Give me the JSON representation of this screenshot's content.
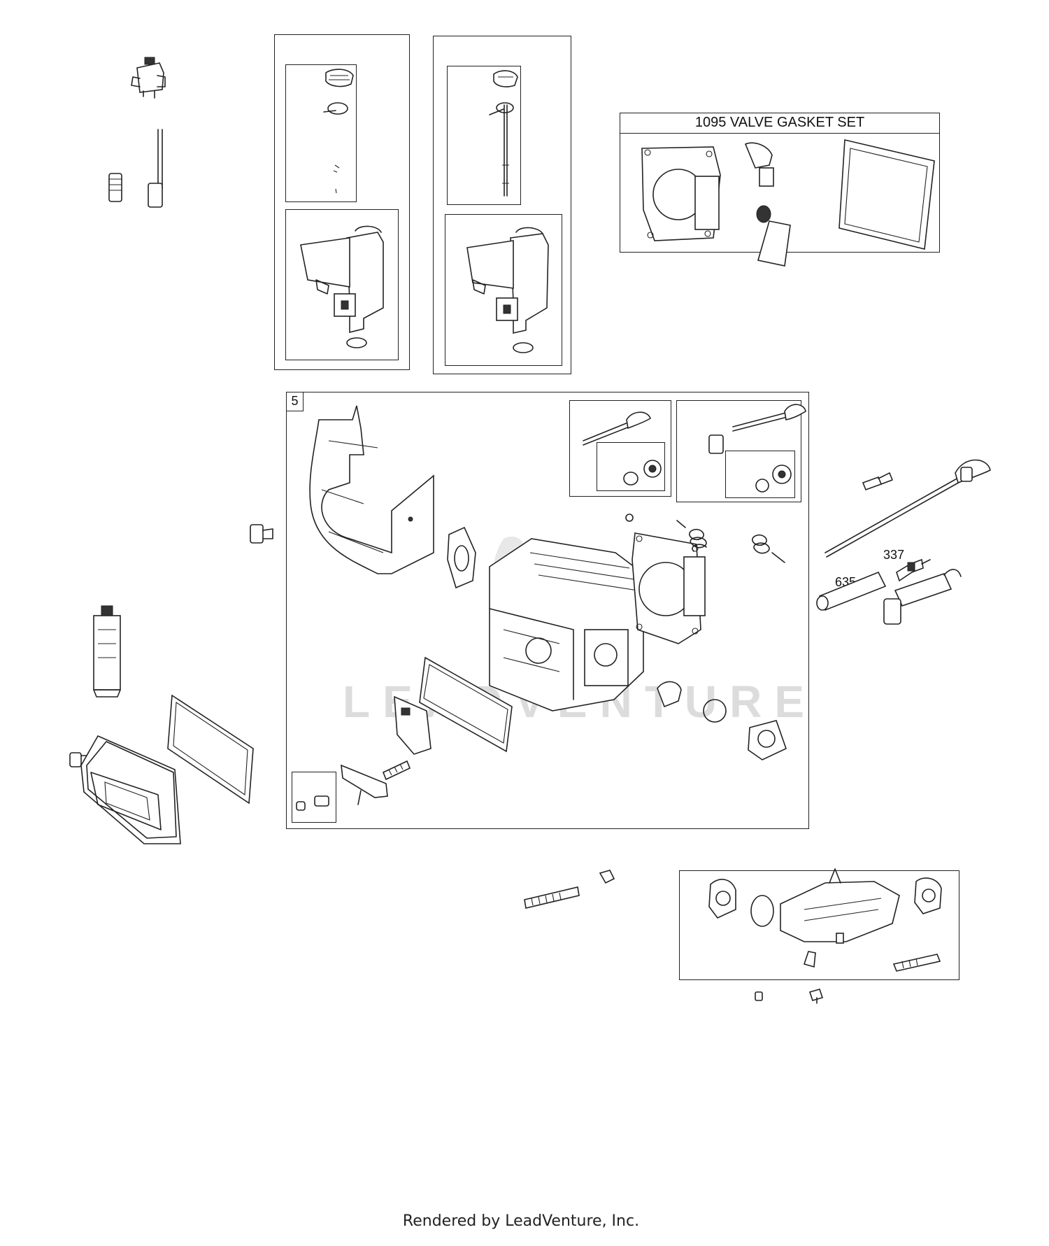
{
  "valve_gasket_set": {
    "title": "1095 VALVE GASKET SET"
  },
  "cylinder_head_kit": {
    "number": "5"
  },
  "callouts": {
    "spark_plug": "337",
    "spark_plug_boot": "635"
  },
  "watermark": "LEADVENTURE",
  "footer": "Rendered by LeadVenture, Inc."
}
